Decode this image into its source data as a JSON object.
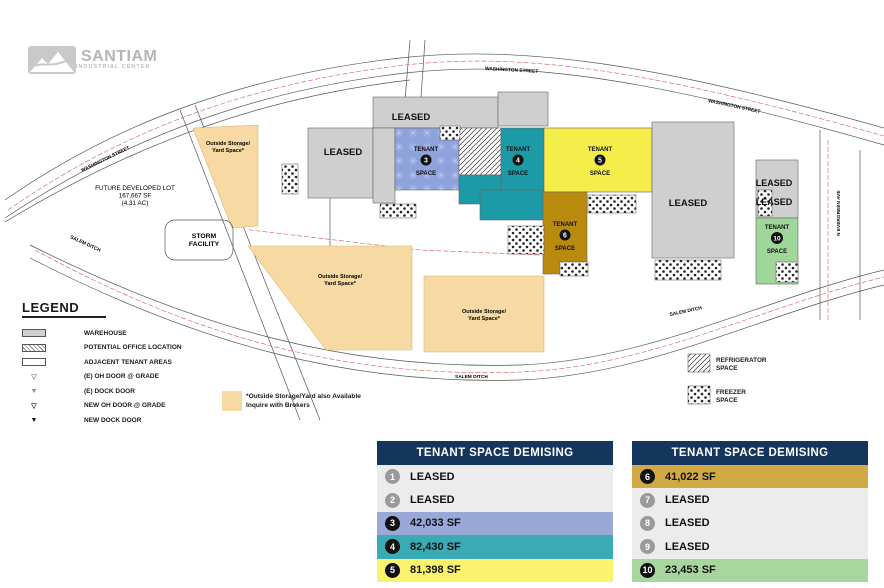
{
  "logo": {
    "name": "SANTIAM",
    "sub": "INDUSTRIAL CENTER"
  },
  "streets": {
    "washington_1": "WASHINGTON STREET",
    "washington_2": "WASHINGTON STREET",
    "washington_3": "WASHINGTON STREET",
    "evergreen": "N EVERGREEN AVE",
    "salem_ditch": "SALEM DITCH"
  },
  "lot": {
    "line1": "FUTURE DEVELOPED LOT",
    "line2": "167,667 SF",
    "line3": "(4.31 AC)"
  },
  "storm": {
    "line1": "STORM",
    "line2": "FACILITY"
  },
  "yard_labels": {
    "a1": "Outside Storage/",
    "a2": "Yard Space*",
    "b1": "Outside Storage/",
    "b2": "Yard Space*",
    "c1": "Outside Storage/",
    "c2": "Yard Space*"
  },
  "building_labels": {
    "leased": "LEASED",
    "tenant": "TENANT",
    "space": "SPACE"
  },
  "legend": {
    "title": "LEGEND",
    "items": [
      "WAREHOUSE",
      "POTENTIAL OFFICE LOCATION",
      "ADJACENT TENANT AREAS",
      "(E) OH DOOR @ GRADE",
      "(E) DOCK DOOR",
      "NEW OH DOOR @ GRADE",
      "NEW DOCK DOOR"
    ]
  },
  "note": {
    "line1": "*Outside Storage/Yard also Available",
    "line2": "Inquire with Brokers"
  },
  "key": {
    "refrigerator1": "REFRIGERATOR",
    "refrigerator2": "SPACE",
    "freezer1": "FREEZER",
    "freezer2": "SPACE"
  },
  "table_left": {
    "header": "TENANT SPACE DEMISING",
    "rows": [
      {
        "num": "1",
        "label": "LEASED"
      },
      {
        "num": "2",
        "label": "LEASED"
      },
      {
        "num": "3",
        "label": "42,033 SF"
      },
      {
        "num": "4",
        "label": "82,430 SF"
      },
      {
        "num": "5",
        "label": "81,398 SF"
      }
    ]
  },
  "table_right": {
    "header": "TENANT SPACE DEMISING",
    "rows": [
      {
        "num": "6",
        "label": "41,022 SF"
      },
      {
        "num": "7",
        "label": "LEASED"
      },
      {
        "num": "8",
        "label": "LEASED"
      },
      {
        "num": "9",
        "label": "LEASED"
      },
      {
        "num": "10",
        "label": "23,453 SF"
      }
    ]
  },
  "colors": {
    "tenant3": "#8ea2dc",
    "tenant4": "#1d9aa8",
    "tenant5": "#f5ee4a",
    "tenant6": "#b88a0e",
    "tenant10": "#9fd69a",
    "warehouse": "#cfcfcf",
    "yard": "#f7d9a3",
    "navy": "#14355c"
  }
}
